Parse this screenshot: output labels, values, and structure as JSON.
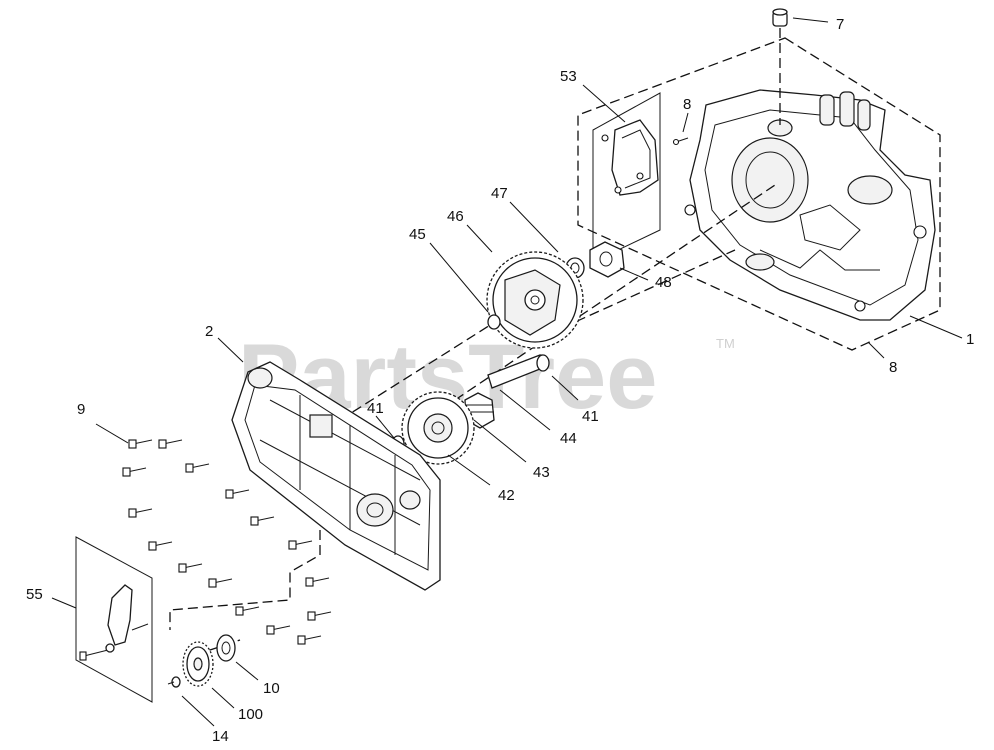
{
  "watermark": {
    "text": "PartsTree",
    "tm": "TM"
  },
  "callouts": [
    {
      "id": "c-7",
      "label": "7"
    },
    {
      "id": "c-53",
      "label": "53"
    },
    {
      "id": "c-8a",
      "label": "8"
    },
    {
      "id": "c-47",
      "label": "47"
    },
    {
      "id": "c-46",
      "label": "46"
    },
    {
      "id": "c-45",
      "label": "45"
    },
    {
      "id": "c-48",
      "label": "48"
    },
    {
      "id": "c-1",
      "label": "1"
    },
    {
      "id": "c-8b",
      "label": "8"
    },
    {
      "id": "c-2",
      "label": "2"
    },
    {
      "id": "c-9",
      "label": "9"
    },
    {
      "id": "c-41a",
      "label": "41"
    },
    {
      "id": "c-41b",
      "label": "41"
    },
    {
      "id": "c-44",
      "label": "44"
    },
    {
      "id": "c-43",
      "label": "43"
    },
    {
      "id": "c-42",
      "label": "42"
    },
    {
      "id": "c-55",
      "label": "55"
    },
    {
      "id": "c-10",
      "label": "10"
    },
    {
      "id": "c-100",
      "label": "100"
    },
    {
      "id": "c-14",
      "label": "14"
    }
  ]
}
